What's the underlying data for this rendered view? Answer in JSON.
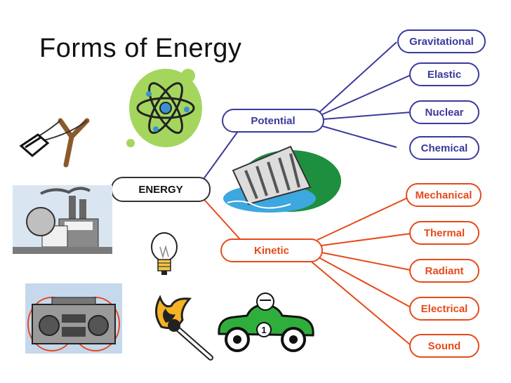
{
  "title": "Forms of Energy",
  "root": {
    "label": "ENERGY"
  },
  "potential": {
    "label": "Potential",
    "color": "#3a3a9a",
    "items": [
      "Gravitational",
      "Elastic",
      "Nuclear",
      "Chemical"
    ]
  },
  "kinetic": {
    "label": "Kinetic",
    "color": "#e64a19",
    "items": [
      "Mechanical",
      "Thermal",
      "Radiant",
      "Electrical",
      "Sound"
    ]
  },
  "pictures": {
    "atom": "atom-icon",
    "slingshot": "slingshot-icon",
    "factory": "factory-icon",
    "dam": "dam-icon",
    "lightbulb": "lightbulb-icon",
    "stereo": "stereo-icon",
    "match": "match-icon",
    "race_car": "race-car-icon",
    "car_number": "1"
  }
}
